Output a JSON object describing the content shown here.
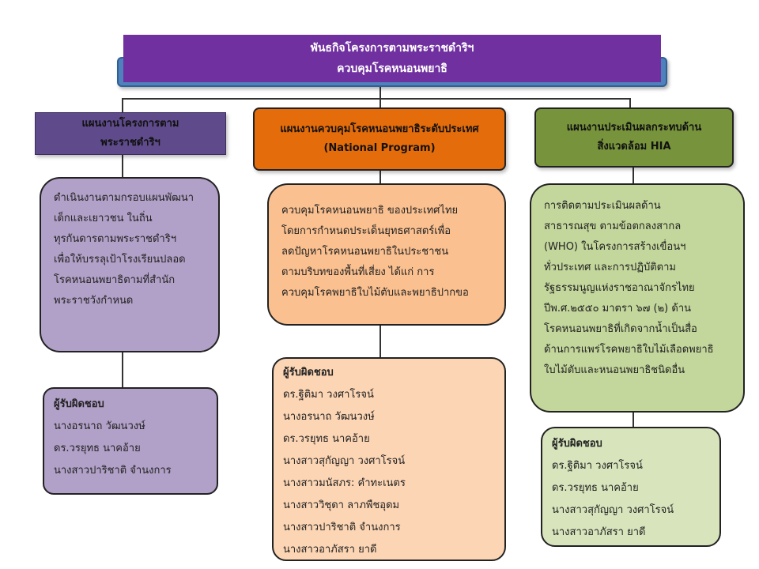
{
  "title": {
    "line1": "พันธกิจโครงการตามพระราชดำริฯ",
    "line2": "ควบคุมโรคหนอนพยาธิ"
  },
  "columns": [
    {
      "header": [
        "แผนงานโครงการตาม",
        "พระราชดำริฯ"
      ],
      "description": [
        "ดำเนินงานตามกรอบแผนพัฒนา",
        "เด็กและเยาวชน ในถิ่น",
        "ทุรกันดารตามพระราชดำริฯ",
        "เพื่อให้บรรลุเป้าโรงเรียนปลอด",
        "โรคหนอนพยาธิตามที่สำนัก",
        "พระราชวังกำหนด"
      ],
      "responsible_title": "ผู้รับผิดชอบ",
      "responsible": [
        "นางอรนาถ วัฒนวงษ์",
        "ดร.วรยุทธ  นาคอ้าย",
        "นางสาวปาริชาติ  จำนงการ"
      ]
    },
    {
      "header": [
        "แผนงานควบคุมโรคหนอนพยาธิระดับประเทศ",
        "(National Program)"
      ],
      "description": [
        "ควบคุมโรคหนอนพยาธิ ของประเทศไทย",
        "โดยการกำหนดประเด็นยุทธศาสตร์เพื่อ",
        "ลดปัญหาโรคหนอนพยาธิในประชาชน",
        "ตามบริบทของพื้นที่เสี่ยง ได้แก่ การ",
        "ควบคุมโรคพยาธิใบไม้ตับและพยาธิปากขอ"
      ],
      "responsible_title": "ผู้รับผิดชอบ",
      "responsible": [
        "ดร.ฐิติมา  วงศาโรจน์",
        "นางอรนาถ  วัฒนวงษ์",
        "ดร.วรยุทธ  นาคอ้าย",
        "นางสาวสุกัญญา  วงศาโรจน์",
        "นางสาวมนัสภร: คำทะเนตร",
        "นางสาววิชุดา  ลาภพืชอุดม",
        "นางสาวปาริชาติ  จำนงการ",
        "นางสาวอาภัสรา  ยาดี"
      ]
    },
    {
      "header": [
        "แผนงานประเมินผลกระทบด้าน",
        "สิ่งแวดล้อม HIA"
      ],
      "description": [
        "การติดตามประเมินผลด้าน",
        "สาธารณสุข ตามข้อตกลงสากล",
        "(WHO) ในโครงการสร้างเขื่อนฯ",
        "ทั่วประเทศ และการปฏิบัติตาม",
        "รัฐธรรมนูญแห่งราชอาณาจักรไทย",
        "ปีพ.ศ.๒๕๕๐ มาตรา ๖๗ (๒) ด้าน",
        "โรคหนอนพยาธิที่เกิดจากน้ำเป็นสื่อ",
        "ด้านการแพร่โรคพยาธิใบไม้เลือดพยาธิ",
        "ใบไม้ตับและหนอนพยาธิชนิดอื่น"
      ],
      "responsible_title": "ผู้รับผิดชอบ",
      "responsible": [
        "ดร.ฐิติมา  วงศาโรจน์",
        "ดร.วรยุทธ  นาคอ้าย",
        "นางสาวสุกัญญา  วงศาโรจน์",
        "นางสาวอาภัสรา  ยาดี"
      ]
    }
  ],
  "colors": {
    "title_bg": "#7030a0",
    "title_back": "#4f81bd",
    "col1_header": "#5f4b8b",
    "col1_box": "#b1a0c7",
    "col2_header": "#e46c0a",
    "col2_desc": "#fac090",
    "col2_resp": "#fcd5b4",
    "col3_header": "#77933c",
    "col3_desc": "#c3d69b",
    "col3_resp": "#d7e4bc"
  }
}
